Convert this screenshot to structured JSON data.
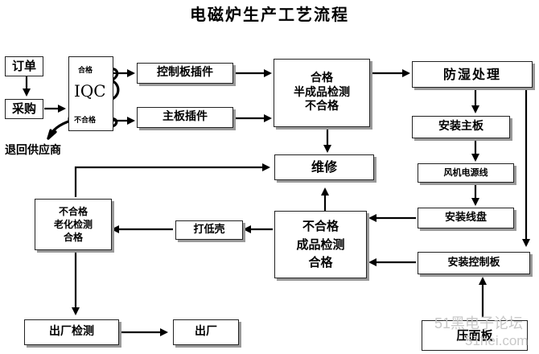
{
  "diagram": {
    "title": "电磁炉生产工艺流程",
    "nodes": {
      "order": "订单",
      "purchase": "采购",
      "iqc": "IQC",
      "iqc_pass": "合格",
      "iqc_fail": "不合格",
      "return_supplier": "退回供应商",
      "control_board_insert": "控制板插件",
      "main_board_insert": "主板插件",
      "semi_check": [
        "合格",
        "半成品检测",
        "不合格"
      ],
      "moisture_proof": "防湿处理",
      "install_main_board": "安装主板",
      "fan_power_cable": "风机电源线",
      "install_coil_plate": "安装线盘",
      "install_control_board": "安装控制板",
      "press_panel": "压面板",
      "repair": "维修",
      "finished_check": [
        "不合格",
        "成品检测",
        "合格"
      ],
      "low_shell": "打低壳",
      "aging_check": [
        "不合格",
        "老化检测",
        "合格"
      ],
      "factory_check": "出厂检测",
      "shipment": "出厂"
    }
  },
  "watermark": {
    "line1": "51黑电子论坛",
    "line2": "51hei.com"
  }
}
